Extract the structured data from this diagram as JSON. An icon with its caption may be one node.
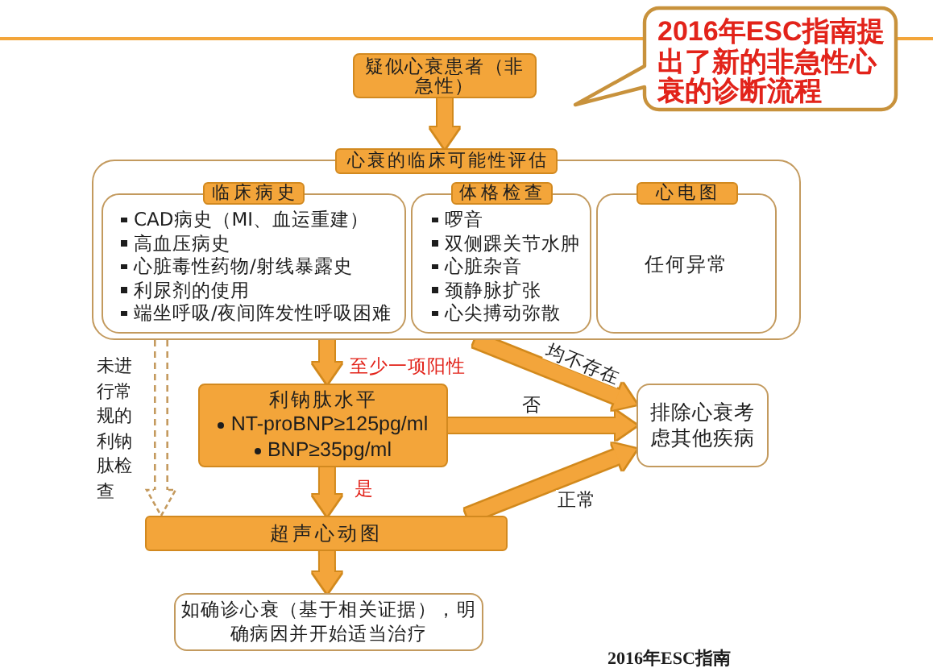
{
  "diagram": {
    "nodes": [
      {
        "text": [
          "2016年ESC指南提出了新的非急性心衰的诊断流程"
        ]
      },
      {
        "text": [
          "疑似心衰患者（非急性）"
        ]
      },
      {
        "text": [
          "心衰的临床可能性评估"
        ]
      },
      {
        "text": [
          "临床病史",
          "CAD病史（MI、血运重建）",
          "高血压病史",
          "心脏毒性药物/射线暴露史",
          "利尿剂的使用",
          "端坐呼吸/夜间阵发性呼吸困难"
        ],
        "in": 2
      },
      {
        "text": [
          "体格检查",
          "啰音",
          "双侧踝关节水肿",
          "心脏杂音",
          "颈静脉扩张",
          "心尖搏动弥散"
        ],
        "in": 2
      },
      {
        "text": [
          "心电图",
          "任何异常"
        ],
        "in": 2
      },
      {
        "text": [
          "利钠肽水平",
          "NT-proBNP≥125pg/ml",
          "BNP≥35pg/ml"
        ]
      },
      {
        "text": [
          "排除心衰考虑其他疾病"
        ]
      },
      {
        "text": [
          "超声心动图"
        ]
      },
      {
        "text": [
          "如确诊心衰（基于相关证据），明确病因并开始适当治疗"
        ]
      }
    ],
    "edges": [
      {
        "from": 1,
        "to": 2,
        "arrow": "to"
      },
      {
        "from": 2,
        "to": 6,
        "arrow": "to",
        "label": "至少一项阳性"
      },
      {
        "from": 2,
        "to": 8,
        "arrow": "to",
        "label": "未进行常规的利钠肽检查",
        "style": "dashed",
        "color": "#c49a5e"
      },
      {
        "from": 2,
        "to": 7,
        "arrow": "to",
        "label": "均不存在"
      },
      {
        "from": 6,
        "to": 7,
        "arrow": "to",
        "label": "否"
      },
      {
        "from": 6,
        "to": 8,
        "arrow": "to",
        "label": "是"
      },
      {
        "from": 8,
        "to": 7,
        "arrow": "to",
        "label": "正常"
      },
      {
        "from": 8,
        "to": 9,
        "arrow": "to"
      }
    ],
    "labels": [
      "2016年ESC指南"
    ]
  }
}
